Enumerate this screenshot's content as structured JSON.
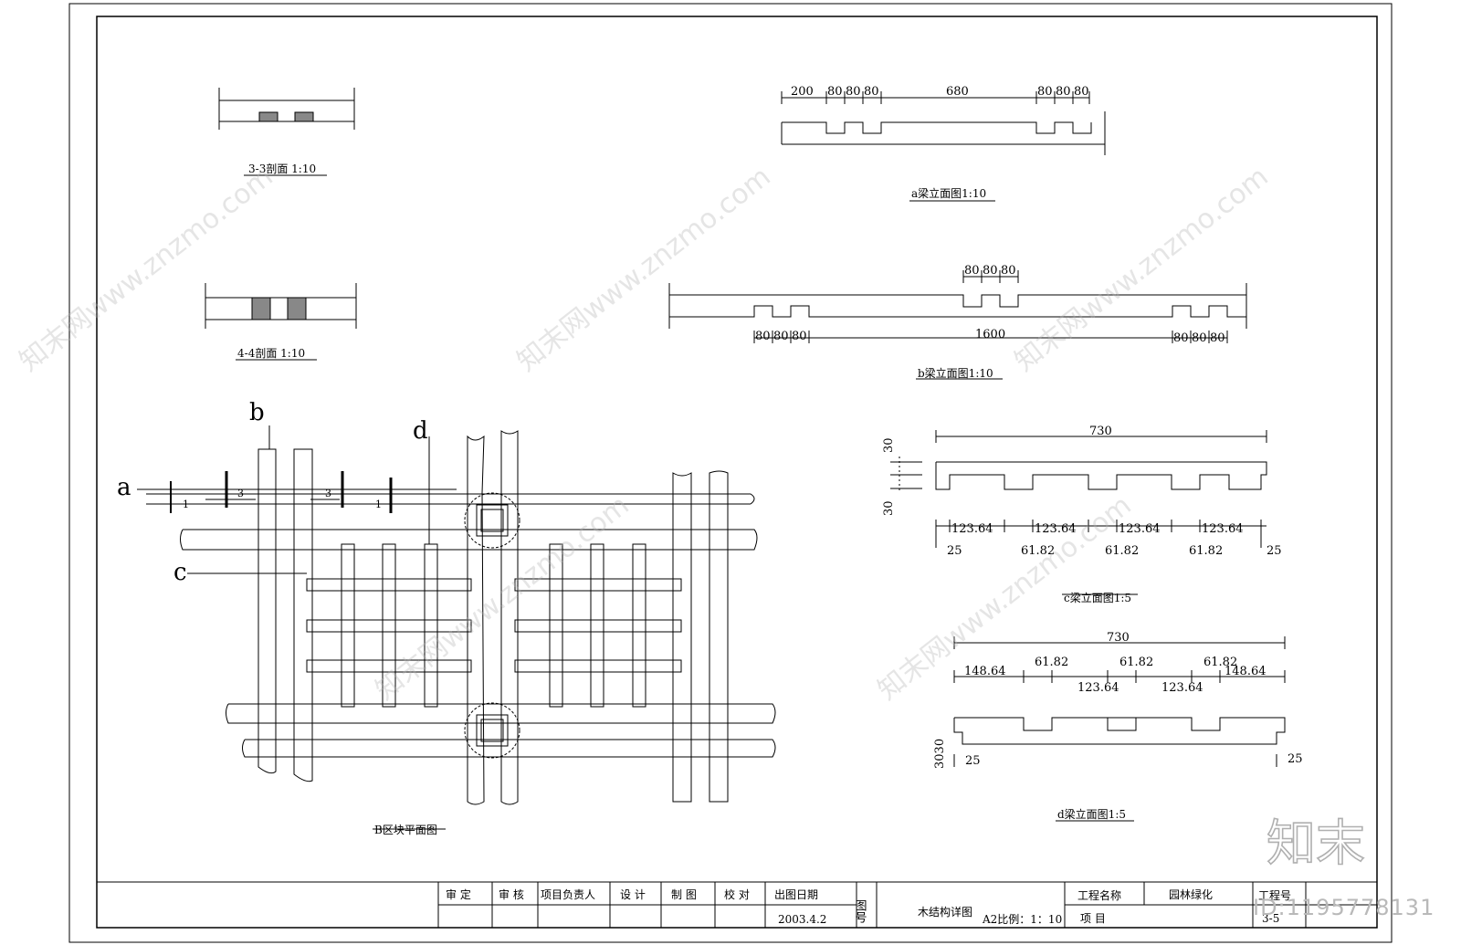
{
  "sections": {
    "s33": "3-3剖面 1:10",
    "s44": "4-4剖面 1:10",
    "plan": "B区块平面图",
    "a_beam": "a梁立面图1:10",
    "b_beam": "b梁立面图1:10",
    "c_beam": "c梁立面图1:5",
    "d_beam": "d梁立面图1:5"
  },
  "plan_labels": {
    "a": "a",
    "b": "b",
    "c": "c",
    "d": "d",
    "cut1_left": "1",
    "cut3_left": "3",
    "cut3_right": "3",
    "cut1_right": "1"
  },
  "a_beam_dims": [
    "200",
    "80",
    "80",
    "80",
    "680",
    "80",
    "80",
    "80"
  ],
  "b_beam_dims": {
    "top": [
      "80",
      "80",
      "80"
    ],
    "left": [
      "80",
      "80",
      "80"
    ],
    "middle": "1600",
    "right": [
      "80",
      "80",
      "80"
    ]
  },
  "c_beam_dims": {
    "length": "730",
    "h_top": "30",
    "h_bottom": "30",
    "upper": [
      "123.64",
      "123.64",
      "123.64",
      "123.64"
    ],
    "lower": [
      "25",
      "61.82",
      "61.82",
      "61.82",
      "25"
    ]
  },
  "d_beam_dims": {
    "length": "730",
    "row1": [
      "148.64",
      "61.82",
      "61.82",
      "61.82",
      "148.64"
    ],
    "row2": [
      "123.64",
      "123.64"
    ],
    "height": "3030",
    "end_left": "25",
    "end_right": "25"
  },
  "title_block": {
    "headers": [
      "审  定",
      "审 核",
      "项目负责人",
      "设 计",
      "制 图",
      "校 对",
      "出图日期"
    ],
    "date": "2003.4.2",
    "drawing_no_label": "图号",
    "drawing_title": "木结构详图",
    "scale_note": "A2比例：1：10",
    "project_name_label": "工程名称",
    "project_name": "园林绿化",
    "item_label": "项  目",
    "project_no_label": "工程号",
    "sheet_no": "3-5"
  },
  "watermark": {
    "brand": "知末",
    "id": "ID:1195778131",
    "site": "知末网www.znzmo.com"
  }
}
